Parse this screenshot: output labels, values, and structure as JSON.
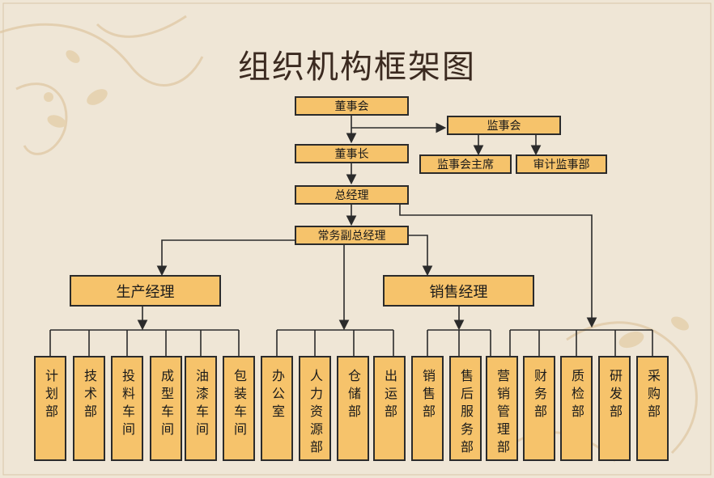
{
  "title": "组织机构框架图",
  "nodes": {
    "board": "董事会",
    "supervisory_board": "监事会",
    "chairman": "董事长",
    "supervisory_chair": "监事会主席",
    "audit_dept": "审计监事部",
    "general_manager": "总经理",
    "executive_deputy_gm": "常务副总经理",
    "production_manager": "生产经理",
    "sales_manager": "销售经理"
  },
  "departments": [
    "计划部",
    "技术部",
    "投料车间",
    "成型车间",
    "油漆车间",
    "包装车间",
    "办公室",
    "人力资源部",
    "仓储部",
    "出运部",
    "销售部",
    "售后服务部",
    "营销管理部",
    "财务部",
    "质检部",
    "研发部",
    "采购部"
  ],
  "colors": {
    "box_fill": "#f6c36b",
    "line": "#2b2b2b",
    "background": "#efe6d6",
    "ornament": "#e2cfae"
  }
}
